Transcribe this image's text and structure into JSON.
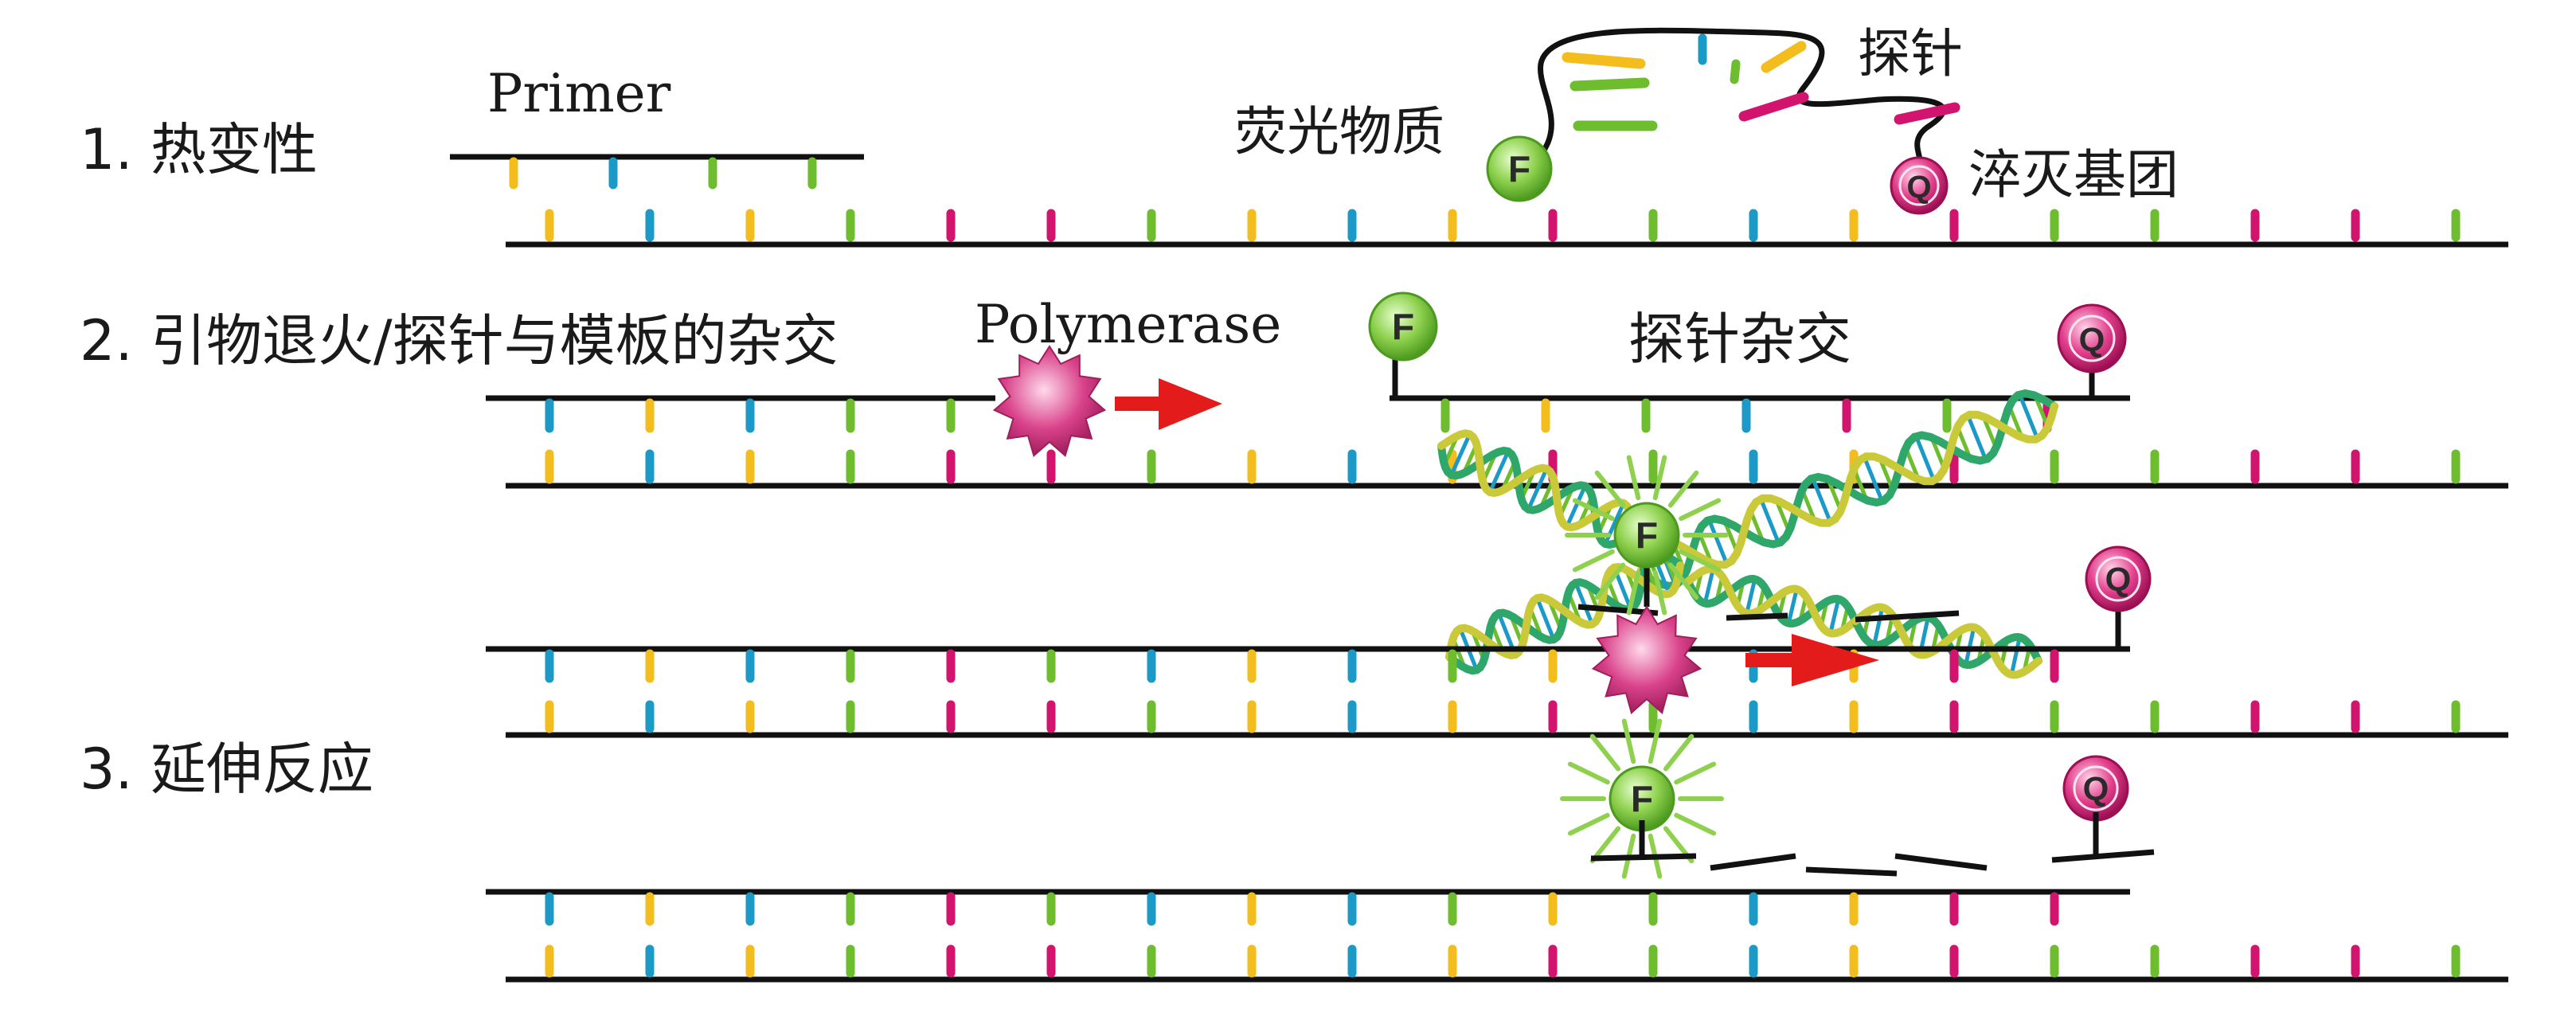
{
  "steps": {
    "step1": "1. 热变性",
    "step2": "2. 引物退火/探针与模板的杂交",
    "step3": "3. 延伸反应"
  },
  "labels": {
    "primer": "Primer",
    "fluorescent": "荧光物质",
    "probe": "探针",
    "quencher": "淬灭基团",
    "polymerase": "Polymerase",
    "probe_hybrid": "探针杂交"
  },
  "markers": {
    "fluor_letter": "F",
    "quench_letter": "Q"
  },
  "colors": {
    "yellow": "#f2bd1d",
    "blue": "#1b9ac7",
    "green": "#6dbd2e",
    "magenta": "#d2146e",
    "fluor_fill": "#8fd14f",
    "quench_fill": "#e23f8c",
    "polymerase": "#d9428a",
    "arrow": "#e31b1b"
  }
}
